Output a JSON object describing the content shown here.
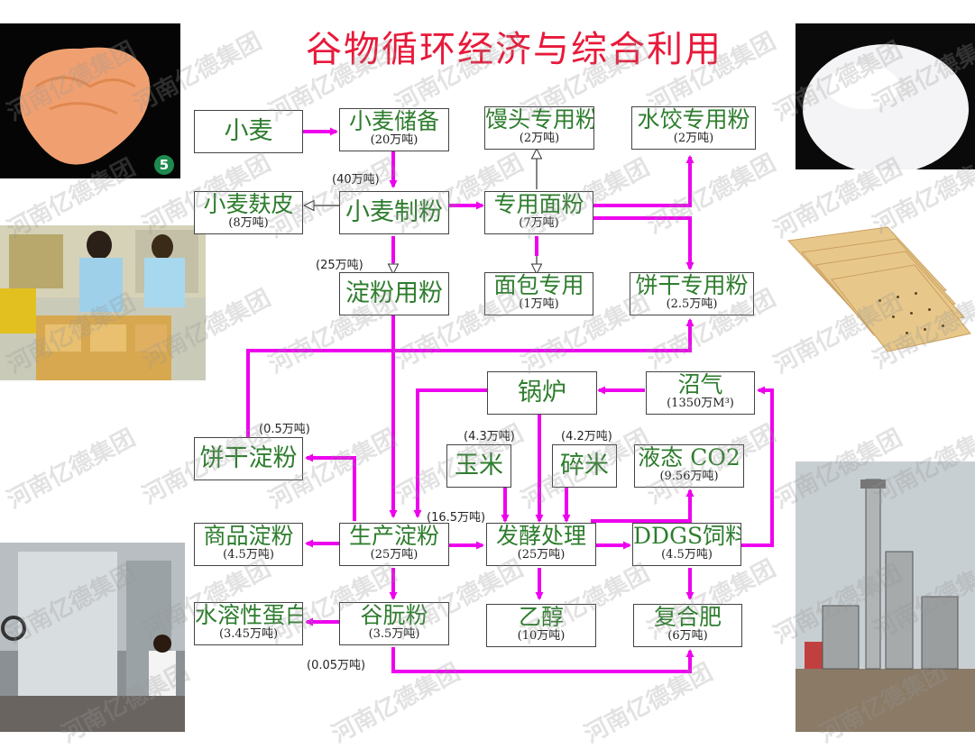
{
  "title": "谷物循环经济与综合利用",
  "nodes": {
    "xiaomai": {
      "name": "小麦"
    },
    "xiaomai_chubei": {
      "name": "小麦储备",
      "qty": "(20万吨)"
    },
    "mantou": {
      "name": "馒头专用粉",
      "qty": "(2万吨)"
    },
    "shuijiao": {
      "name": "水饺专用粉",
      "qty": "(2万吨)"
    },
    "fupi": {
      "name": "小麦麸皮",
      "qty": "(8万吨)"
    },
    "zhifen": {
      "name": "小麦制粉"
    },
    "zhuanyong": {
      "name": "专用面粉",
      "qty": "(7万吨)"
    },
    "dianfen_yong": {
      "name": "淀粉用粉"
    },
    "mianbao": {
      "name": "面包专用",
      "qty": "(1万吨)"
    },
    "binggan_zy": {
      "name": "饼干专用粉",
      "qty": "(2.5万吨)"
    },
    "guolu": {
      "name": "锅炉"
    },
    "zhaoqi": {
      "name": "沼气",
      "qty": "(1350万M³)"
    },
    "binggan_df": {
      "name": "饼干淀粉"
    },
    "yumi": {
      "name": "玉米"
    },
    "suimi": {
      "name": "碎米"
    },
    "co2": {
      "name": "液态 CO2",
      "qty": "(9.56万吨)"
    },
    "shangpin": {
      "name": "商品淀粉",
      "qty": "(4.5万吨)"
    },
    "shengchan": {
      "name": "生产淀粉",
      "qty": "(25万吨)"
    },
    "fajiao": {
      "name": "发酵处理",
      "qty": "(25万吨)"
    },
    "ddgs": {
      "name": "DDGS饲料",
      "qty": "(4.5万吨)"
    },
    "danbai": {
      "name": "水溶性蛋白",
      "qty": "(3.45万吨)"
    },
    "gufan": {
      "name": "谷朊粉",
      "qty": "(3.5万吨)"
    },
    "yichun": {
      "name": "乙醇",
      "qty": "(10万吨)"
    },
    "fuhefei": {
      "name": "复合肥",
      "qty": "(6万吨)"
    }
  },
  "annotations": {
    "a40": "(40万吨)",
    "a25": "(25万吨)",
    "a05": "(0.5万吨)",
    "a43": "(4.3万吨)",
    "a42": "(4.2万吨)",
    "a165": "(16.5万吨)",
    "a005": "(0.05万吨)"
  },
  "photos": {
    "dumpling": {
      "badge": "5"
    }
  },
  "watermark": "河南亿德集团",
  "colors": {
    "title": "#e8193a",
    "arrow": "#ee00ee",
    "label": "#2e7d2e",
    "border": "#444444"
  }
}
